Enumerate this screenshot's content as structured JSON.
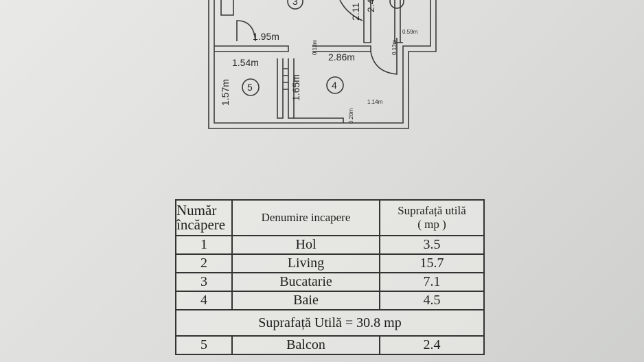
{
  "plan": {
    "dimensions": [
      "1.95m",
      "1.54m",
      "2.86m",
      "1.57m",
      "1.65m",
      "1.14m",
      "0.59m",
      "0.13m",
      "0.13m",
      "0.20m",
      "2.11",
      "2.4"
    ],
    "room_labels": [
      "3",
      "4",
      "5"
    ]
  },
  "table": {
    "headers": {
      "number_line1": "Număr",
      "number_line2": "încăpere",
      "name": "Denumire incapere",
      "area_line1": "Suprafață utilă",
      "area_line2": "( mp )"
    },
    "rows": [
      {
        "nr": "1",
        "name": "Hol",
        "area": "3.5"
      },
      {
        "nr": "2",
        "name": "Living",
        "area": "15.7"
      },
      {
        "nr": "3",
        "name": "Bucatarie",
        "area": "7.1"
      },
      {
        "nr": "4",
        "name": "Baie",
        "area": "4.5"
      }
    ],
    "total": "Suprafață Utilă = 30.8 mp",
    "balcony": {
      "nr": "5",
      "name": "Balcon",
      "area": "2.4"
    }
  }
}
